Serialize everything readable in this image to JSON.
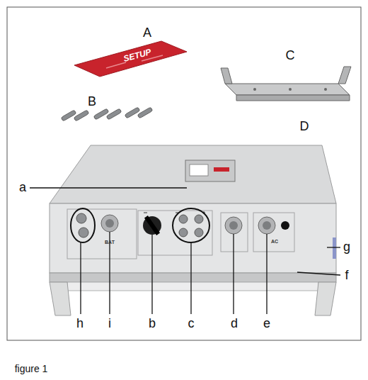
{
  "diagram": {
    "caption": "figure 1",
    "labels": [
      "A",
      "SETUP",
      "B",
      "C",
      "D",
      "a",
      "BAT",
      "AC",
      "h",
      "i",
      "b",
      "c",
      "d",
      "e",
      "g",
      "f"
    ]
  }
}
